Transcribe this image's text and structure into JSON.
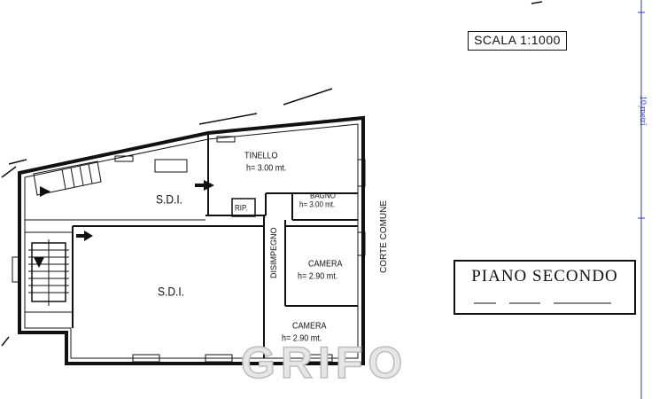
{
  "scale_label": "SCALA 1:1000",
  "title": "PIANO SECONDO",
  "ruler_label": "10 metri",
  "street_label": "CORTE COMUNE",
  "watermark": "GRIFO",
  "rooms": {
    "sdi_upper": "S.D.I.",
    "sdi_main": "S.D.I.",
    "tinello": {
      "name": "TINELLO",
      "height": "h= 3.00 mt."
    },
    "bagno": {
      "name": "BAGNO",
      "height": "h= 3.00 mt."
    },
    "rip": "RIP.",
    "disimpegno": "DISIMPEGNO",
    "camera_1": {
      "name": "CAMERA",
      "height": "h= 2.90 mt."
    },
    "camera_2": {
      "name": "CAMERA",
      "height": "h= 2.90 mt."
    }
  },
  "colors": {
    "ink": "#111111",
    "ruler": "#2b3bb8",
    "watermark": "#bdbdbd"
  }
}
